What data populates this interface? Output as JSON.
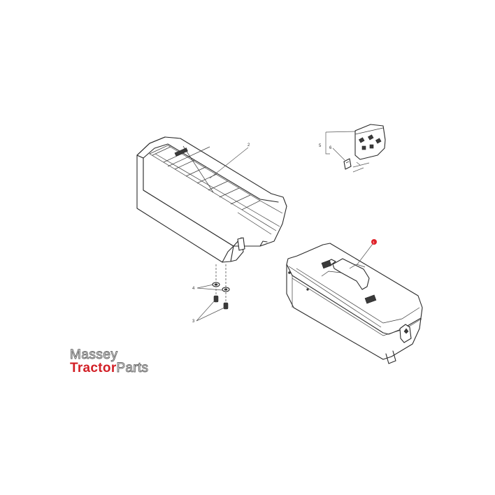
{
  "diagram": {
    "title": "Parts exploded view — tool box and mounting tray",
    "parts": [
      {
        "id": "tray",
        "callout": "2",
        "name": "Tool box tray / holder"
      },
      {
        "id": "toolbox",
        "callout": "1",
        "name": "Tool box",
        "highlighted": true,
        "highlight_color": "#e0222a"
      },
      {
        "id": "bolt",
        "callout": "3",
        "name": "Bolt"
      },
      {
        "id": "washer",
        "callout": "4",
        "name": "Washer"
      },
      {
        "id": "latch-assembly",
        "callout": "5",
        "name": "Latch assembly"
      },
      {
        "id": "clip",
        "callout": "6",
        "name": "Clip"
      }
    ]
  },
  "branding": {
    "line1": "Massey",
    "line2_bold": "Tractor",
    "line2_light": "Parts",
    "brand_red": "#d21f26",
    "outline_grey": "#6b6b6b"
  }
}
